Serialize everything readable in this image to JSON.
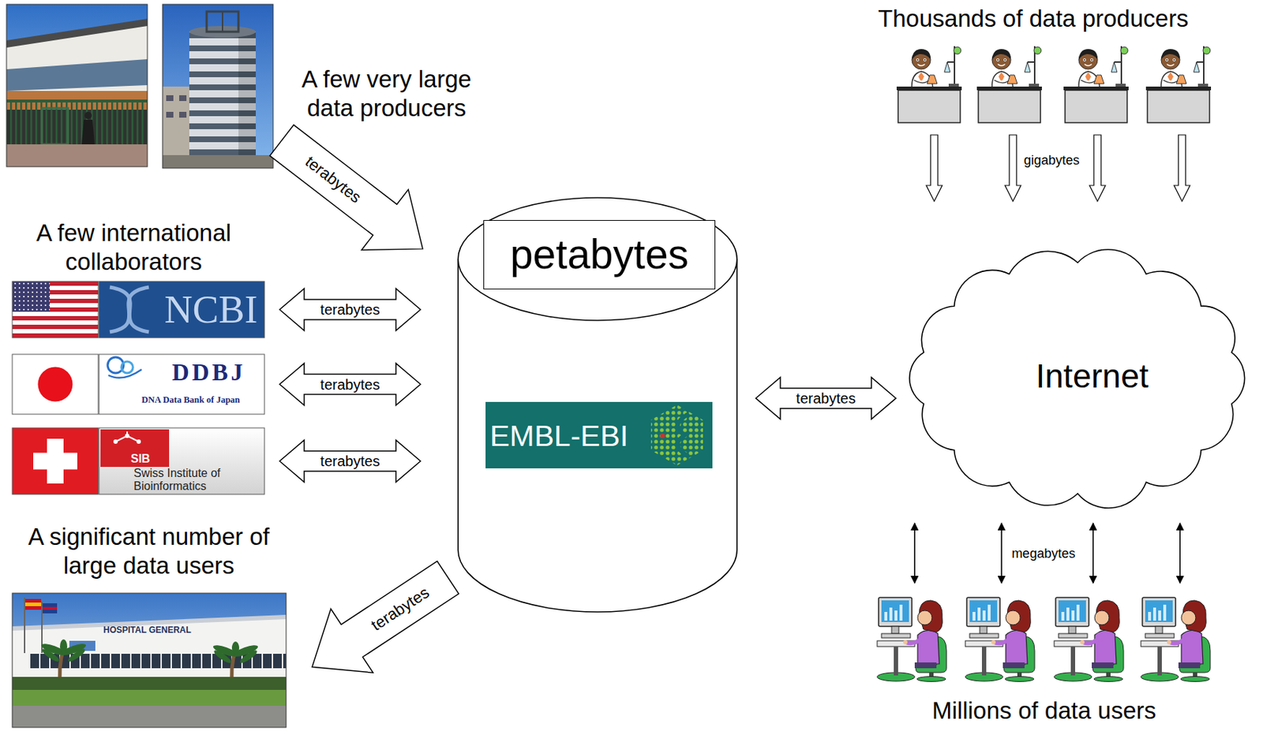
{
  "diagram": {
    "nodes": [
      {
        "text": [
          "A few very large data producers"
        ]
      },
      {
        "text": [
          "Thousands of data producers"
        ]
      },
      {
        "text": [
          "NCBI"
        ]
      },
      {
        "text": [
          "petabytes"
        ]
      },
      {
        "text": [
          "EMBL-EBI"
        ],
        "in": 3
      },
      {
        "text": [
          "Internet"
        ]
      },
      {
        "text": [
          "DDBJ",
          "DNA Data Bank of Japan"
        ]
      },
      {
        "text": [
          "SIB",
          "Swiss Institute of Bioinformatics"
        ]
      },
      {
        "text": [
          "A significant number of large data users",
          "HOSPITAL GENERAL"
        ]
      },
      {
        "text": [
          "Millions of data users"
        ]
      }
    ],
    "edges": [
      {
        "from": 0,
        "to": 3,
        "label": "terabytes",
        "arrow": "to"
      },
      {
        "from": 2,
        "to": 3,
        "label": "terabytes",
        "arrow": "both"
      },
      {
        "from": 6,
        "to": 3,
        "label": "terabytes",
        "arrow": "both"
      },
      {
        "from": 7,
        "to": 3,
        "label": "terabytes",
        "arrow": "both"
      },
      {
        "from": 3,
        "to": 8,
        "label": "terabytes",
        "arrow": "to"
      },
      {
        "from": 3,
        "to": 5,
        "label": "terabytes",
        "arrow": "both"
      },
      {
        "from": 1,
        "to": 5,
        "arrow": "to"
      },
      {
        "from": 1,
        "to": 5,
        "label": "gigabytes",
        "arrow": "to"
      },
      {
        "from": 1,
        "to": 5,
        "arrow": "to"
      },
      {
        "from": 1,
        "to": 5,
        "arrow": "to"
      },
      {
        "from": 5,
        "to": 9,
        "arrow": "both"
      },
      {
        "from": 5,
        "to": 9,
        "label": "megabytes",
        "arrow": "both"
      },
      {
        "from": 5,
        "to": 9,
        "arrow": "both"
      },
      {
        "from": 5,
        "to": 9,
        "arrow": "both"
      }
    ],
    "labels": [
      "A few international collaborators"
    ]
  }
}
